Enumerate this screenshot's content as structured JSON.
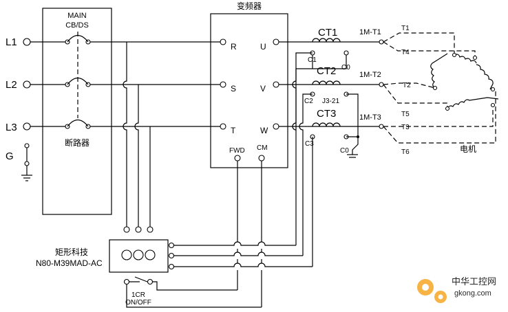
{
  "labels": {
    "l1": "L1",
    "l2": "L2",
    "l3": "L3",
    "g": "G",
    "main": "MAIN",
    "cbds": "CB/DS",
    "breaker": "断路器",
    "inverter": "变频器",
    "r": "R",
    "s": "S",
    "t": "T",
    "u": "U",
    "v": "V",
    "w": "W",
    "fwd": "FWD",
    "cm": "CM",
    "ct1": "CT1",
    "ct2": "CT2",
    "ct3": "CT3",
    "c1": "C1",
    "c0a": "C0",
    "c2": "C2",
    "j321": "J3-21",
    "c3": "C3",
    "c0b": "C0",
    "m1": "1M-T1",
    "m2": "1M-T2",
    "m3": "1M-T3",
    "t1": "T1",
    "t2": "T2",
    "t3": "T3",
    "t4": "T4",
    "t5": "T5",
    "t6": "T6",
    "motor": "电机",
    "brand": "矩形科技",
    "model": "N80-M39MAD-AC",
    "cr1": "1CR",
    "onoff": "ON/OFF",
    "wm_cn": "中华工控网",
    "wm_url": "gkong.com"
  }
}
